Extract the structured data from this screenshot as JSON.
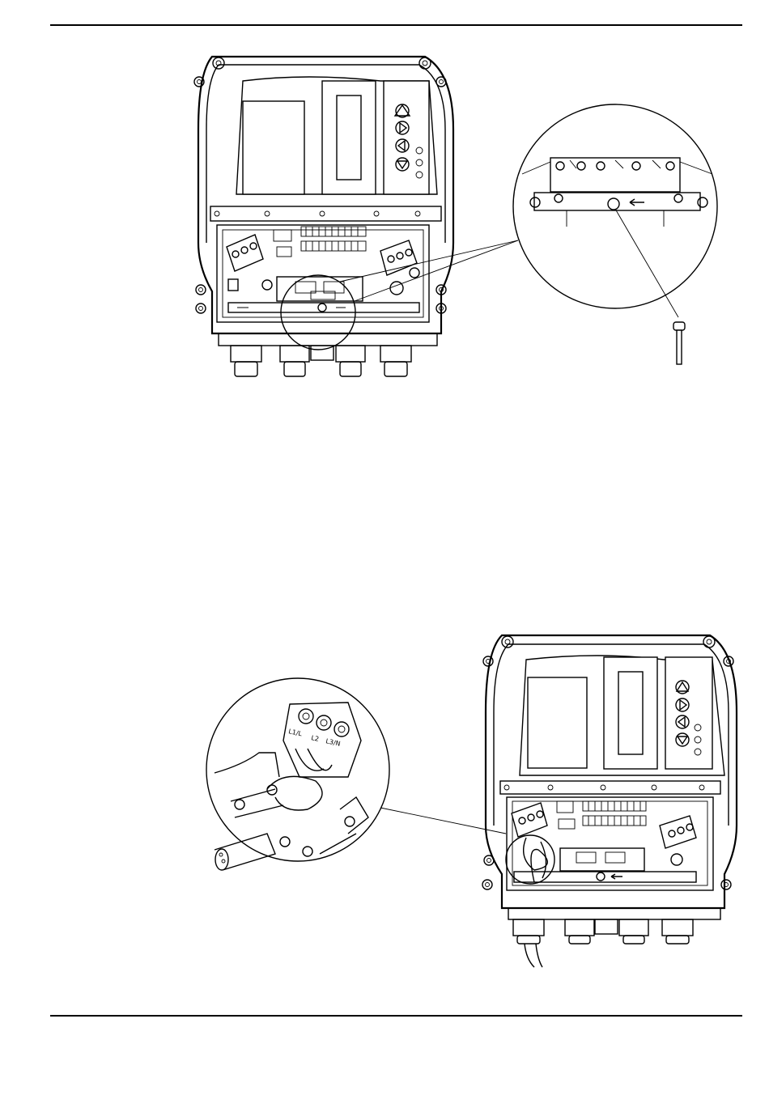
{
  "page": {
    "header_rule": true,
    "footer_rule": true
  },
  "figure_1": {
    "parts": [
      "inverter-housing",
      "control-panel",
      "terminal-compartment",
      "cable-glands",
      "detail-magnifier",
      "mounting-screw"
    ]
  },
  "figure_2": {
    "parts": [
      "inverter-housing",
      "terminal-compartment",
      "cable-glands",
      "power-cable",
      "detail-magnifier"
    ],
    "terminal_labels": [
      "L1/L",
      "L2",
      "L3/N"
    ]
  }
}
